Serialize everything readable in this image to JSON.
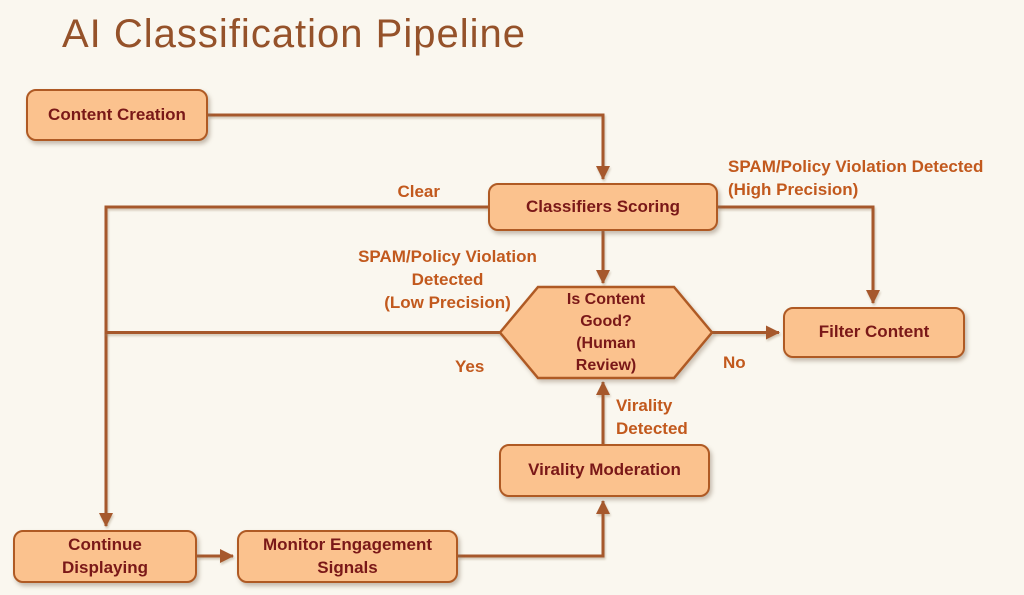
{
  "title": "AI Classification Pipeline",
  "colors": {
    "background": "#FAF7EF",
    "node_fill": "#FBC28E",
    "node_border": "#AF5A24",
    "node_text": "#7A1818",
    "connector": "#A6582C",
    "edge_label": "#C2591D",
    "title_text": "#95522A"
  },
  "nodes": {
    "content_creation": {
      "label": "Content Creation"
    },
    "classifiers_scoring": {
      "label": "Classifiers Scoring"
    },
    "is_content_good": {
      "label": "Is Content\nGood?\n(Human\nReview)"
    },
    "filter_content": {
      "label": "Filter Content"
    },
    "virality_moderation": {
      "label": "Virality Moderation"
    },
    "continue_displaying": {
      "label": "Continue\nDisplaying"
    },
    "monitor_engagement_signals": {
      "label": "Monitor Engagement\nSignals"
    }
  },
  "edge_labels": {
    "clear": "Clear",
    "spam_high_precision": "SPAM/Policy Violation Detected\n(High Precision)",
    "spam_low_precision": "SPAM/Policy Violation\nDetected\n(Low Precision)",
    "yes": "Yes",
    "no": "No",
    "virality_detected": "Virality\nDetected"
  }
}
